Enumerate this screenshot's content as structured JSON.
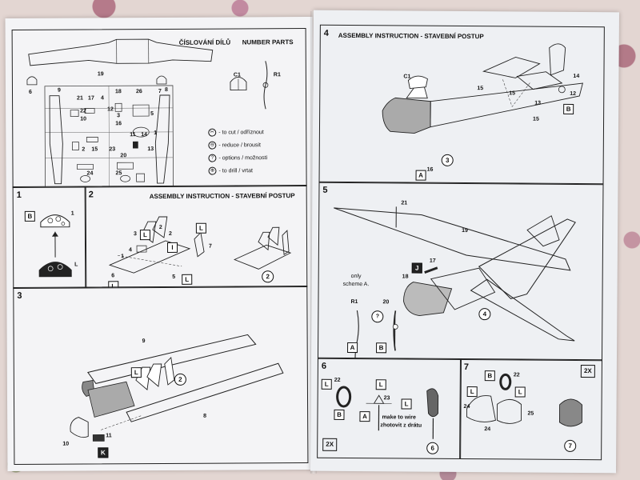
{
  "left_page": {
    "header_cz": "ČÍSLOVÁNÍ DÍLŮ",
    "header_en": "NUMBER PARTS",
    "parts_labels": {
      "c1": "C1",
      "r1": "R1",
      "p6": "6",
      "p19": "19",
      "p7": "7",
      "p9": "9",
      "p8": "8",
      "p21": "21",
      "p17": "17",
      "p4": "4",
      "p18": "18",
      "p26": "26",
      "p22": "22",
      "p10": "10",
      "p12": "12",
      "p3": "3",
      "p5": "5",
      "p16": "16",
      "p1": "1",
      "p2": "2",
      "p15": "15",
      "p23": "23",
      "p11": "11",
      "p14": "14",
      "p20": "20",
      "p13": "13",
      "p24": "24",
      "p25": "25"
    },
    "legend": [
      {
        "symbol": "cut-symbol-icon",
        "glyph": "✂",
        "text": "- to cut / odříznout"
      },
      {
        "symbol": "reduce-symbol-icon",
        "glyph": "⊖",
        "text": "- reduce / brousit"
      },
      {
        "symbol": "options-symbol-icon",
        "glyph": "?",
        "text": "- options / možnosti"
      },
      {
        "symbol": "drill-symbol-icon",
        "glyph": "⊕",
        "text": "- to drill / vrtat"
      }
    ],
    "step1": {
      "number": "1",
      "badge_b": "B",
      "part_1": "1",
      "part_l": "L"
    },
    "step2": {
      "number": "2",
      "header": "ASSEMBLY INSTRUCTION - STAVEBNÍ POSTUP",
      "parts": [
        "2",
        "2",
        "3",
        "4",
        "1",
        "5",
        "6",
        "7"
      ],
      "badges": [
        "L",
        "L",
        "L",
        "L",
        "I"
      ],
      "result": "2"
    },
    "step3": {
      "number": "3",
      "parts": [
        "9",
        "8",
        "10",
        "11"
      ],
      "badges": [
        "L",
        "K"
      ],
      "result": "2"
    }
  },
  "right_page": {
    "step4": {
      "number": "4",
      "header": "ASSEMBLY INSTRUCTION - STAVEBNÍ POSTUP",
      "parts": [
        "C1",
        "15",
        "15",
        "15",
        "13",
        "14",
        "12",
        "16"
      ],
      "badges": [
        "A",
        "B"
      ],
      "result": "3"
    },
    "step5": {
      "number": "5",
      "parts": [
        "21",
        "19",
        "17",
        "18",
        "20"
      ],
      "note_line1": "only",
      "note_line2": "scheme A.",
      "prop_label": "R1",
      "badges": [
        "J",
        "A",
        "B"
      ],
      "result": "4"
    },
    "step6": {
      "number": "6",
      "parts": [
        "22",
        "23"
      ],
      "badges": [
        "L",
        "B",
        "L",
        "A",
        "L"
      ],
      "wire_note_en": "make to wire",
      "wire_note_cz": "zhotovit z drátu",
      "multiplier": "2X",
      "result": "6"
    },
    "step7": {
      "number": "7",
      "parts": [
        "22",
        "24",
        "25",
        "24"
      ],
      "badges": [
        "B",
        "L",
        "L"
      ],
      "multiplier": "2X",
      "result": "7"
    }
  }
}
